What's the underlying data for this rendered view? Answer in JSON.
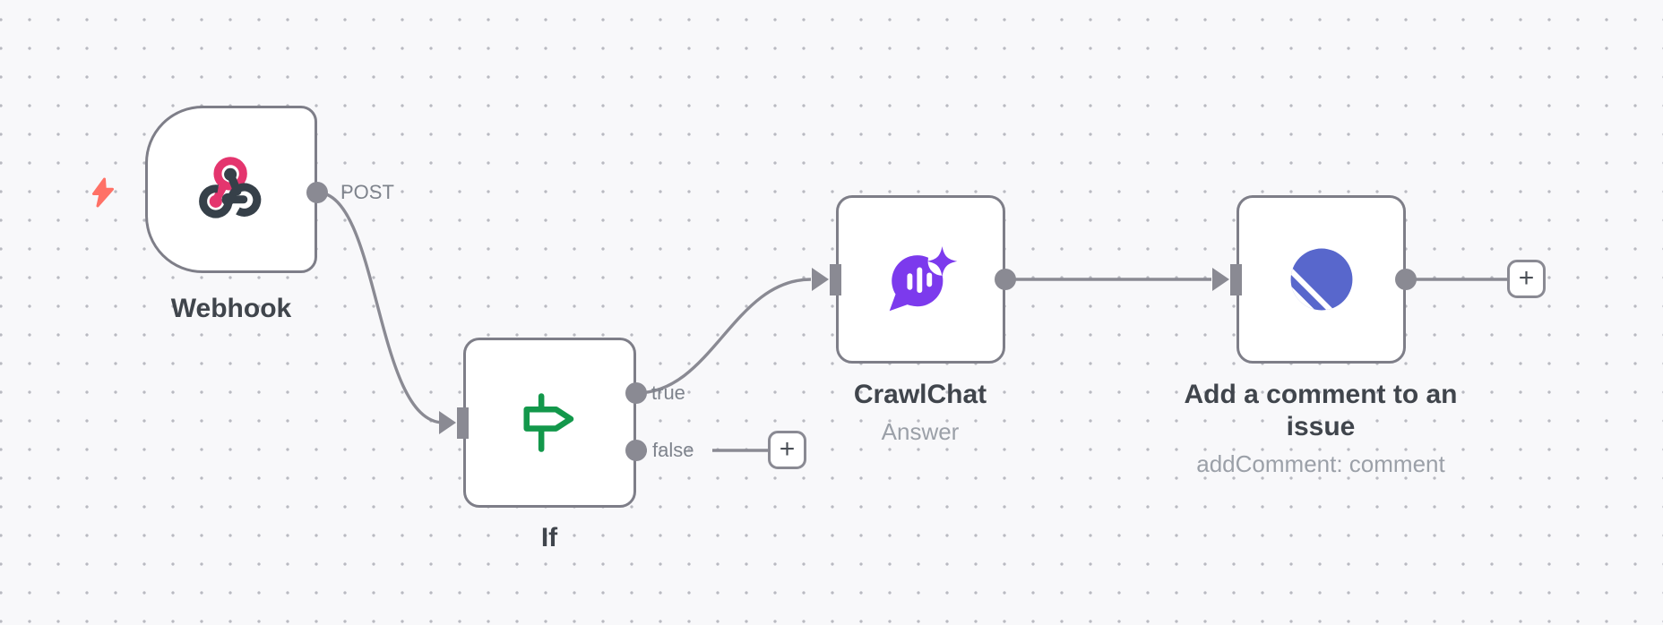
{
  "app": "workflow-canvas",
  "canvas": {
    "background": "#f8f8fa",
    "dot_color": "#b9bac1",
    "connector_color": "#8a8a93",
    "node_border_color": "#7e7e88"
  },
  "colors": {
    "trigger_bolt": "#ff7166",
    "webhook_pink": "#e4356e",
    "webhook_dark": "#364049",
    "if_green": "#13984b",
    "crawlchat_purple": "#7c3aed",
    "linear_blue": "#5867cc"
  },
  "nodes": [
    {
      "id": "webhook",
      "title": "Webhook",
      "icon": "webhook-icon",
      "ports": {
        "output": "POST"
      }
    },
    {
      "id": "if",
      "title": "If",
      "icon": "signpost-icon",
      "ports": {
        "true": "true",
        "false": "false"
      }
    },
    {
      "id": "crawlchat",
      "title": "CrawlChat",
      "subtitle": "Answer",
      "icon": "crawlchat-icon"
    },
    {
      "id": "linear",
      "title": "Add a comment to an issue",
      "subtitle": "addComment: comment",
      "icon": "linear-icon"
    }
  ],
  "buttons": {
    "add_node": "+"
  }
}
